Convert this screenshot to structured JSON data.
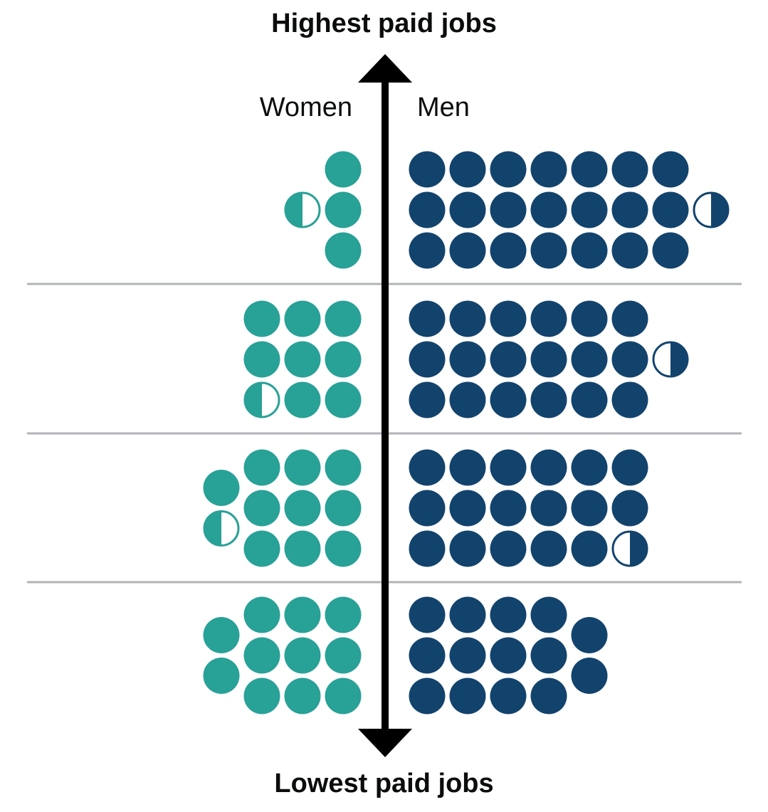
{
  "chart_data": {
    "type": "pictogram",
    "top_label": "Highest paid jobs",
    "bottom_label": "Lowest paid jobs",
    "series": [
      {
        "name": "Women",
        "color": "#28a197"
      },
      {
        "name": "Men",
        "color": "#12436d"
      }
    ],
    "rows_order": "highest paid to lowest paid",
    "rows": [
      {
        "women": 3.5,
        "men": 21.5
      },
      {
        "women": 8.5,
        "men": 18.5
      },
      {
        "women": 10.5,
        "men": 17.5
      },
      {
        "women": 11,
        "men": 14
      }
    ],
    "divider_color": "#b1b4b6",
    "axis_color": "#000000"
  }
}
